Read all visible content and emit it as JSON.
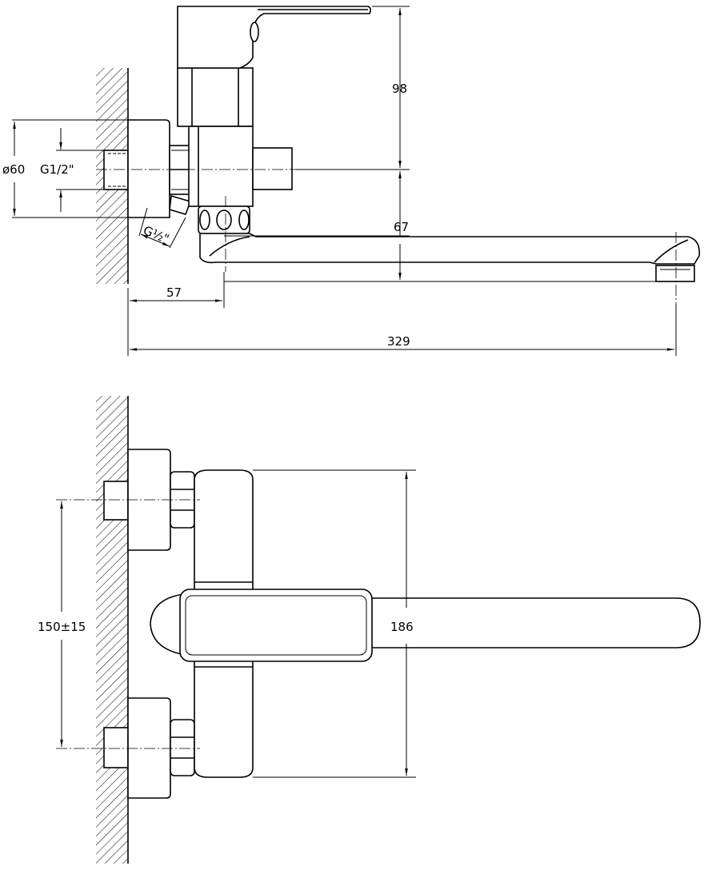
{
  "side_view": {
    "dim_height_handle": "98",
    "dim_spout_height": "67",
    "dim_wall_to_body": "57",
    "dim_total_reach": "329",
    "dim_flange_diameter": "ø60",
    "dim_inlet_thread": "G1/2\"",
    "dim_outlet_thread": "G½\""
  },
  "front_view": {
    "dim_body_height": "186",
    "dim_inlet_spacing": "150±15"
  }
}
